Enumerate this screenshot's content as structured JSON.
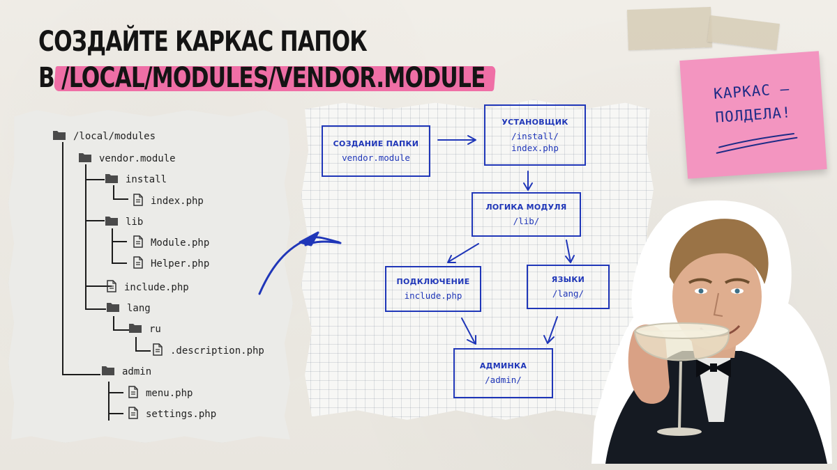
{
  "title": {
    "line1": "СОЗДАЙТЕ КАРКАС ПАПОК",
    "line2_prefix": "В",
    "line2_highlight": "/LOCAL/MODULES/VENDOR.MODULE",
    "highlight_color": "#ef6fa6"
  },
  "tree": {
    "items": [
      {
        "label": "/local/modules",
        "icon": "folder-icon"
      },
      {
        "label": "vendor.module",
        "icon": "folder-icon"
      },
      {
        "label": "install",
        "icon": "folder-icon"
      },
      {
        "label": "index.php",
        "icon": "file-icon"
      },
      {
        "label": "lib",
        "icon": "folder-icon"
      },
      {
        "label": "Module.php",
        "icon": "file-icon"
      },
      {
        "label": "Helper.php",
        "icon": "file-icon"
      },
      {
        "label": "include.php",
        "icon": "file-icon"
      },
      {
        "label": "lang",
        "icon": "folder-icon"
      },
      {
        "label": "ru",
        "icon": "folder-icon"
      },
      {
        "label": ".description.php",
        "icon": "file-icon"
      },
      {
        "label": "admin",
        "icon": "folder-icon"
      },
      {
        "label": "menu.php",
        "icon": "file-icon"
      },
      {
        "label": "settings.php",
        "icon": "file-icon"
      }
    ]
  },
  "flow": {
    "ink_color": "#1f36b8",
    "create": {
      "heading": "СОЗДАНИЕ ПАПКИ",
      "path": "vendor.module"
    },
    "installer": {
      "heading": "УСТАНОВЩИК",
      "path1": "/install/",
      "path2": "index.php"
    },
    "logic": {
      "heading": "ЛОГИКА МОДУЛЯ",
      "path": "/lib/"
    },
    "include": {
      "heading": "ПОДКЛЮЧЕНИЕ",
      "path": "include.php"
    },
    "langs": {
      "heading": "ЯЗЫКИ",
      "path": "/lang/"
    },
    "admin": {
      "heading": "АДМИНКА",
      "path": "/admin/"
    }
  },
  "sticky": {
    "line1": "КАРКАС —",
    "line2": "ПОЛДЕЛА!",
    "color": "#f395c0"
  }
}
